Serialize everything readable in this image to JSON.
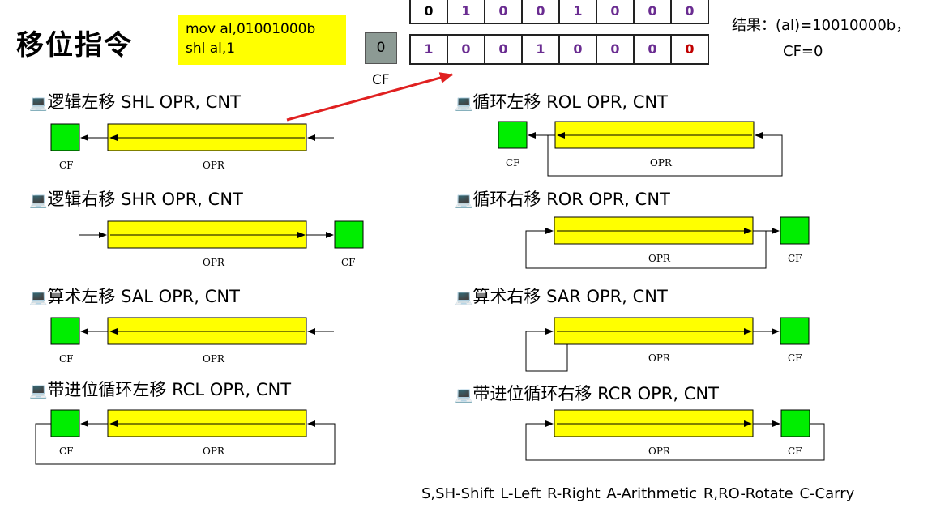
{
  "title": "移位指令",
  "code": {
    "line1": "mov al,01001000b",
    "line2": "shl al,1"
  },
  "cf_value": "0",
  "cf_caption": "CF",
  "bits_before": [
    "0",
    "1",
    "0",
    "0",
    "1",
    "0",
    "0",
    "0"
  ],
  "bits_after": [
    "1",
    "0",
    "0",
    "1",
    "0",
    "0",
    "0",
    "0"
  ],
  "result": {
    "line1": "结果：(al)=10010000b，",
    "line2": "CF=0"
  },
  "icon": "computer-icon",
  "diagram_labels": {
    "cf": "CF",
    "opr": "OPR"
  },
  "colors": {
    "register": "#ffff00",
    "flag": "#00ee00",
    "arrow": "#e02020"
  },
  "instructions": [
    {
      "name": "逻辑左移",
      "mnemonic": "SHL",
      "operands": "OPR, CNT"
    },
    {
      "name": "逻辑右移",
      "mnemonic": "SHR",
      "operands": "OPR, CNT"
    },
    {
      "name": "算术左移",
      "mnemonic": "SAL",
      "operands": "OPR, CNT"
    },
    {
      "name": "带进位循环左移",
      "mnemonic": "RCL",
      "operands": "OPR, CNT"
    },
    {
      "name": "循环左移",
      "mnemonic": "ROL",
      "operands": "OPR, CNT"
    },
    {
      "name": "循环右移",
      "mnemonic": "ROR",
      "operands": "OPR, CNT"
    },
    {
      "name": "算术右移",
      "mnemonic": "SAR",
      "operands": "OPR, CNT"
    },
    {
      "name": "带进位循环右移",
      "mnemonic": "RCR",
      "operands": "OPR, CNT"
    }
  ],
  "legend": "S,SH-Shift   L-Left   R-Right    A-Arithmetic   R,RO-Rotate    C-Carry"
}
